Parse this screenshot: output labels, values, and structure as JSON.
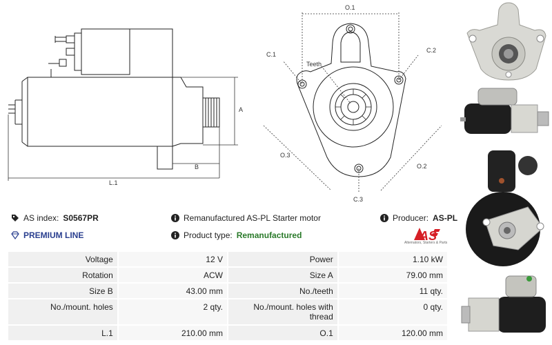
{
  "drawing": {
    "dim_a": "A",
    "dim_b": "B",
    "dim_l1": "L.1",
    "dim_o1": "O.1",
    "dim_o2": "O.2",
    "dim_o3": "O.3",
    "dim_c1": "C.1",
    "dim_c2": "C.2",
    "dim_c3": "C.3",
    "teeth_label": "Teeth"
  },
  "info": {
    "as_index_label": "AS index:",
    "as_index_value": "S0567PR",
    "description": "Remanufactured AS-PL Starter motor",
    "producer_label": "Producer:",
    "producer_value": "AS-PL",
    "premium_line": "PREMIUM LINE",
    "product_type_label": "Product type:",
    "product_type_value": "Remanufactured"
  },
  "brand": {
    "logo_text": "AS",
    "tagline": "Alternators, Starters & Parts"
  },
  "specs": [
    [
      "Voltage",
      "12 V",
      "Power",
      "1.10 kW"
    ],
    [
      "Rotation",
      "ACW",
      "Size A",
      "79.00 mm"
    ],
    [
      "Size B",
      "43.00 mm",
      "No./teeth",
      "11 qty."
    ],
    [
      "No./mount. holes",
      "2 qty.",
      "No./mount. holes with thread",
      "0 qty."
    ],
    [
      "L.1",
      "210.00 mm",
      "O.1",
      "120.00 mm"
    ]
  ],
  "colors": {
    "premium": "#2a3f8f",
    "remanufactured": "#2a7a2a",
    "brand_red": "#d61f26"
  }
}
